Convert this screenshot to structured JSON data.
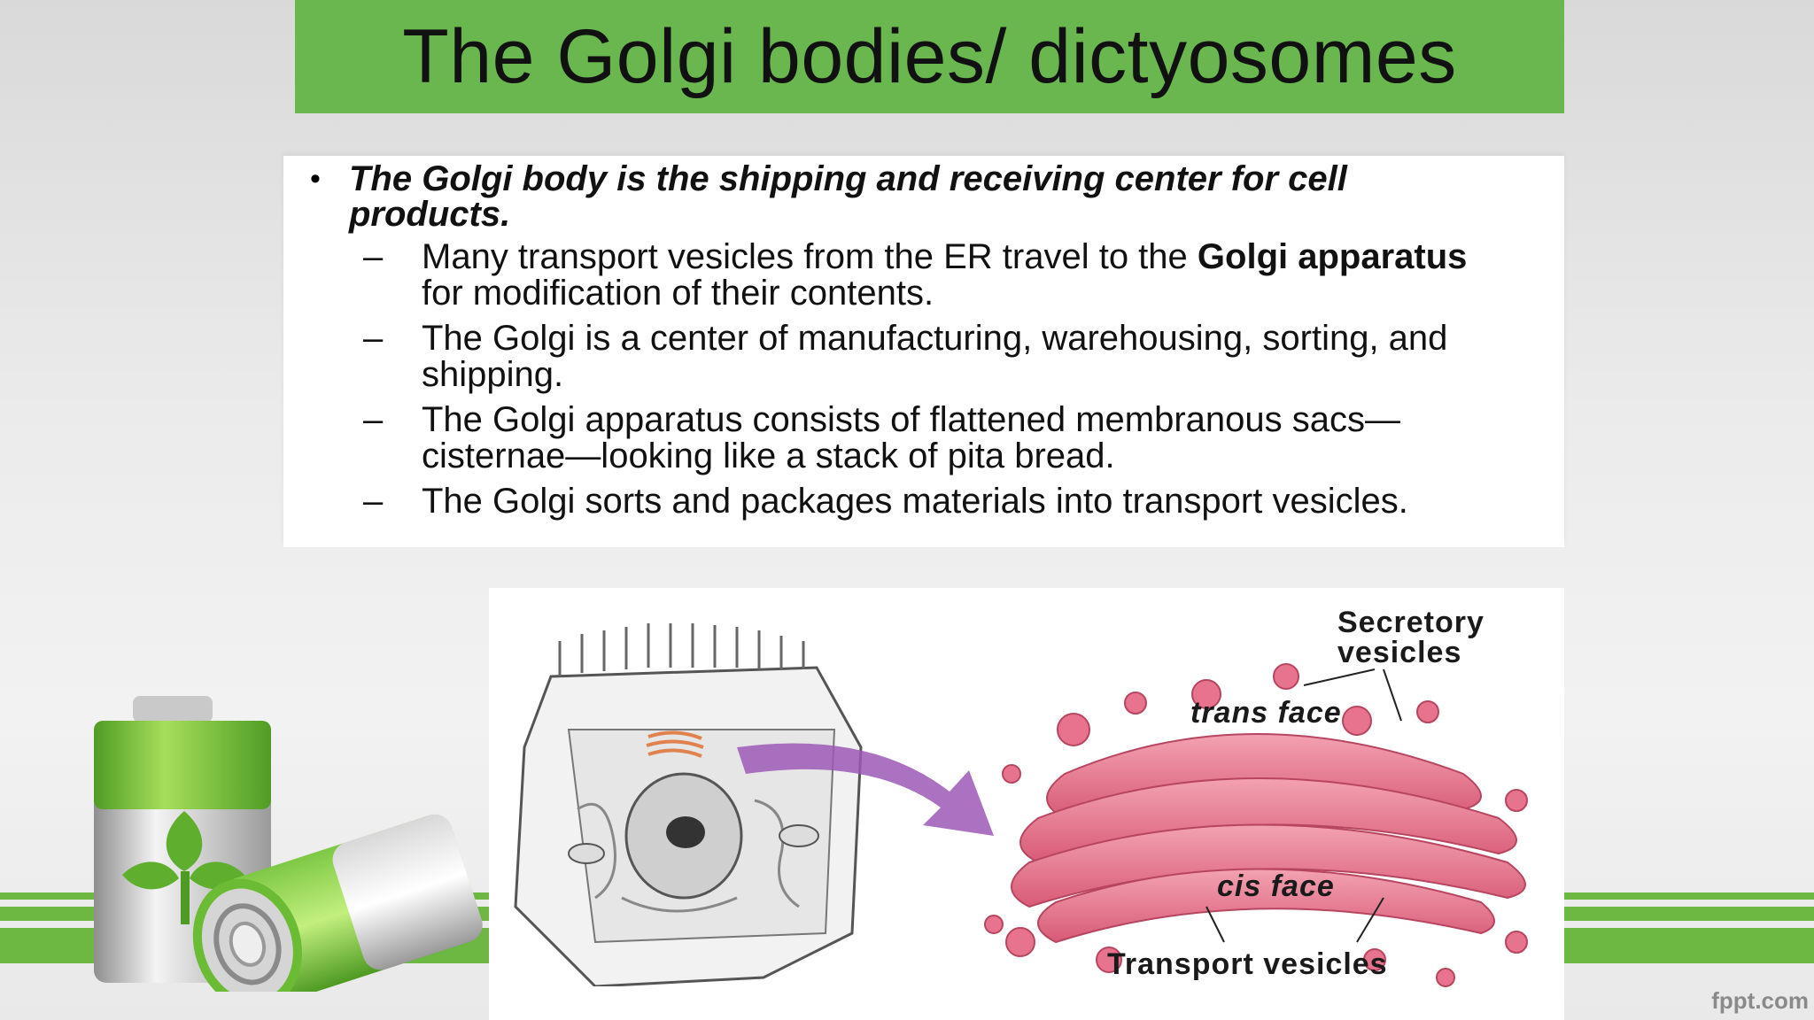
{
  "slide": {
    "title": "The Golgi bodies/ dictyosomes",
    "bullet": "The Golgi body is the shipping and receiving center for cell products.",
    "bullet_marker": "•",
    "sub_marker": "–",
    "sub_items": [
      {
        "text": "Many transport vesicles from the ER travel to the ",
        "bold": "Golgi apparatus",
        "rest": "for modification of their contents."
      },
      {
        "text": "The Golgi is a center of manufacturing, warehousing, sorting, and shipping.",
        "bold": "",
        "rest": ""
      },
      {
        "text": "The Golgi apparatus consists of flattened membranous sacs—cisternae—looking like a stack of pita bread.",
        "bold": "",
        "rest": ""
      },
      {
        "text": "The Golgi sorts and packages materials into transport vesicles.",
        "bold": "",
        "rest": ""
      }
    ]
  },
  "figure": {
    "labels": {
      "secretory_1": "Secretory",
      "secretory_2": "vesicles",
      "trans_face": "trans face",
      "cis_face": "cis face",
      "transport_vesicles": "Transport vesicles"
    }
  },
  "watermark": "fppt.com",
  "colors": {
    "green": "#6ab74f",
    "golgi_pink": "#e2728c",
    "arrow_purple": "#9b59b6"
  }
}
